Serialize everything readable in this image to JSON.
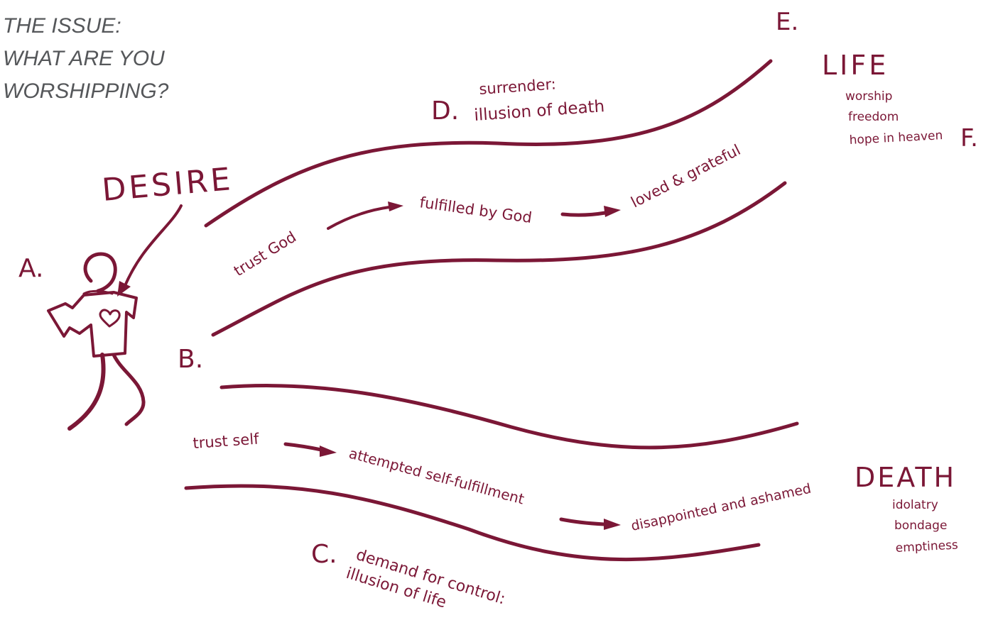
{
  "title": {
    "line1": "THE ISSUE:",
    "line2": "WHAT ARE YOU",
    "line3": "WORSHIPPING?"
  },
  "desire": "DESIRE",
  "markers": {
    "a": "A.",
    "b": "B.",
    "c": "C.",
    "d": "D.",
    "e": "E.",
    "f": "F."
  },
  "upper_path": {
    "top_label_1": "surrender:",
    "top_label_2": "illusion of death",
    "step1": "trust God",
    "step2": "fulfilled by God",
    "step3": "loved & grateful"
  },
  "lower_path": {
    "step1": "trust self",
    "step2": "attempted self-fulfillment",
    "step3": "disappointed and ashamed",
    "bottom_label_1": "demand for control:",
    "bottom_label_2": "illusion of life"
  },
  "life": {
    "heading": "LIFE",
    "items": [
      "worship",
      "freedom",
      "hope in heaven"
    ]
  },
  "death": {
    "heading": "DEATH",
    "items": [
      "idolatry",
      "bondage",
      "emptiness"
    ]
  },
  "colors": {
    "accent": "#7b1736",
    "title": "#55575a"
  }
}
